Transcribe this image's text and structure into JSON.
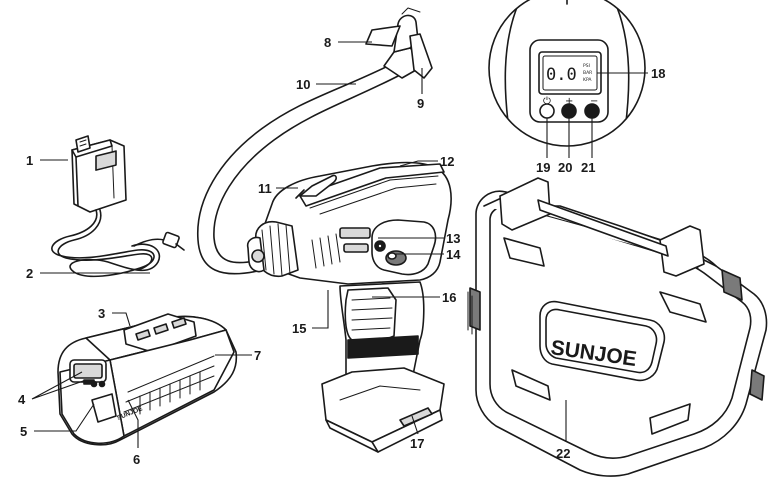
{
  "callouts": [
    {
      "n": "1"
    },
    {
      "n": "2"
    },
    {
      "n": "3"
    },
    {
      "n": "4"
    },
    {
      "n": "5"
    },
    {
      "n": "6"
    },
    {
      "n": "7"
    },
    {
      "n": "8"
    },
    {
      "n": "9"
    },
    {
      "n": "10"
    },
    {
      "n": "11"
    },
    {
      "n": "12"
    },
    {
      "n": "13"
    },
    {
      "n": "14"
    },
    {
      "n": "15"
    },
    {
      "n": "16"
    },
    {
      "n": "17"
    },
    {
      "n": "18"
    },
    {
      "n": "19"
    },
    {
      "n": "20"
    },
    {
      "n": "21"
    },
    {
      "n": "22"
    }
  ],
  "display": {
    "reading": "0.0",
    "units": [
      "PSI",
      "BAR",
      "KPA"
    ],
    "power_symbol": "⏻",
    "plus_symbol": "+",
    "minus_symbol": "−"
  },
  "case_brand": "SUNJOE",
  "charger_brand": "SUNJOE"
}
